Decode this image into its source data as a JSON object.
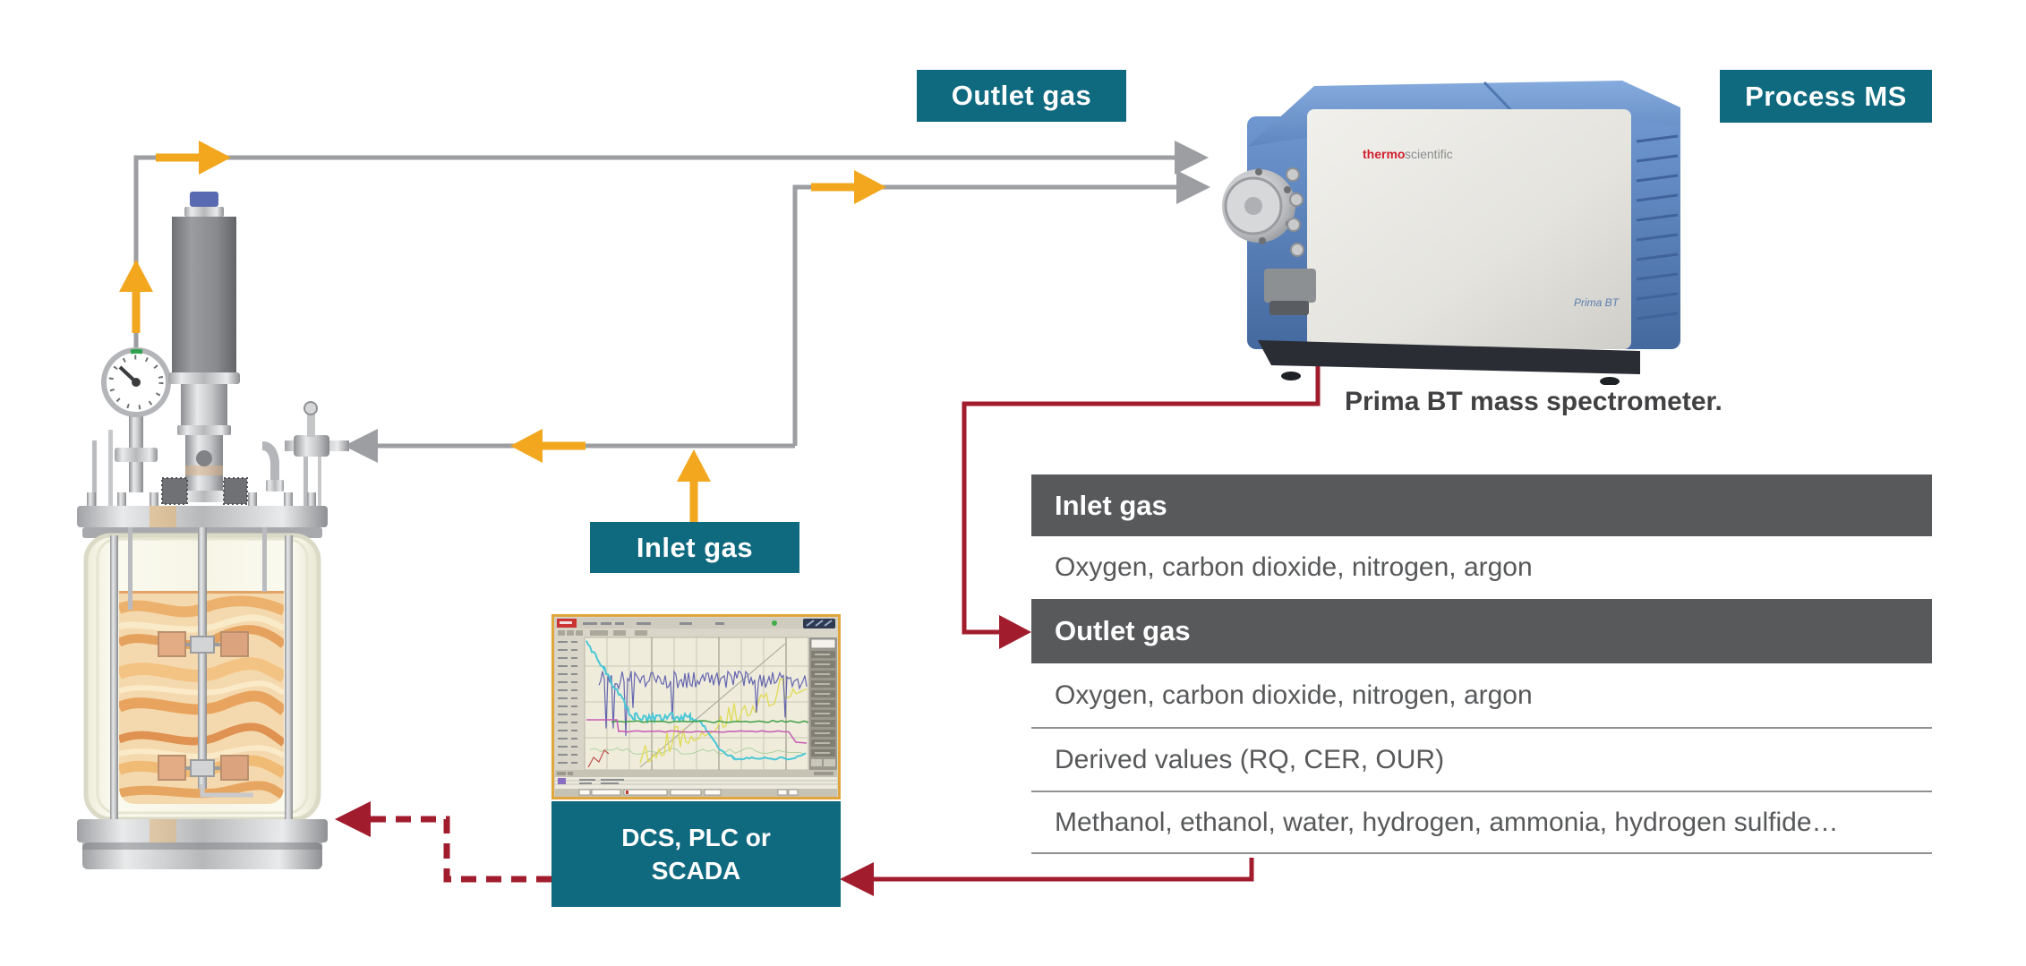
{
  "labels": {
    "outlet_gas": "Outlet gas",
    "inlet_gas": "Inlet gas",
    "process_ms": "Process MS",
    "dcs_line1": "DCS, PLC or",
    "dcs_line2": "SCADA"
  },
  "caption": "Prima BT mass spectrometer.",
  "instrument": {
    "brand_thermo": "thermo",
    "brand_scientific": "scientific",
    "model": "Prima BT"
  },
  "table": {
    "sections": [
      {
        "title": "Inlet gas",
        "items": [
          "Oxygen, carbon dioxide, nitrogen, argon"
        ]
      },
      {
        "title": "Outlet gas",
        "items": [
          "Oxygen, carbon dioxide, nitrogen, argon",
          "Derived values (RQ, CER, OUR)",
          "Methanol, ethanol, water, hydrogen, ammonia, hydrogen sulfide…"
        ]
      }
    ]
  },
  "flows": {
    "outlet_line": "reactor to mass spectrometer",
    "inlet_line": "inlet gas to reactor and mass spectrometer",
    "ms_to_table": "mass spectrometer to outlet gas analysis",
    "table_to_dcs": "analysis values to DCS",
    "dcs_to_reactor": "control signal to bioreactor"
  },
  "colors": {
    "teal": "#0f6a80",
    "header_gray": "#58595b",
    "text_gray": "#57585a",
    "caption_gray": "#414042",
    "red": "#a11d2e",
    "yellow": "#f2a71f",
    "line_gray": "#9c9ea1",
    "ms_blue": "#5580bd",
    "trace_navy": "#5d5fae",
    "trace_cyan": "#49c7d6",
    "trace_yellow": "#dfdb55",
    "trace_green": "#3f9e42",
    "trace_magenta": "#c75ab5"
  }
}
